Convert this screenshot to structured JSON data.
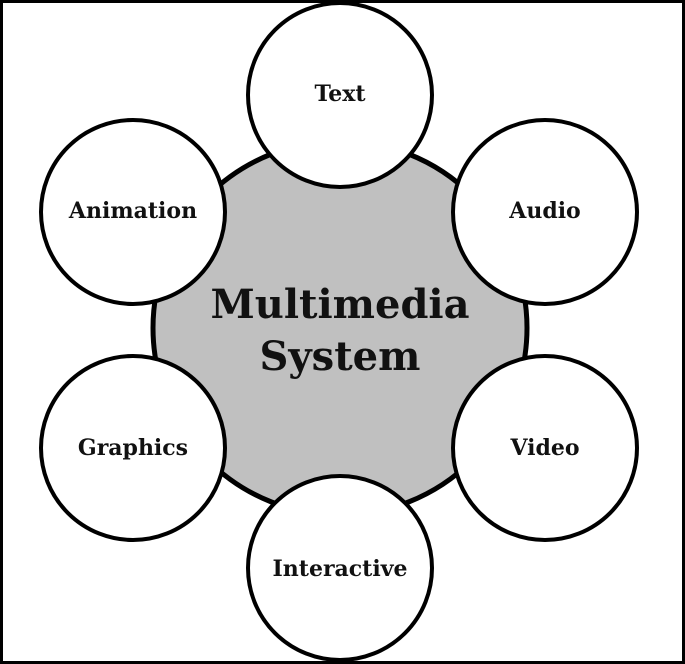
{
  "diagram": {
    "center": {
      "line1": "Multimedia",
      "line2": "System"
    },
    "nodes": [
      {
        "id": "text",
        "label": "Text"
      },
      {
        "id": "audio",
        "label": "Audio"
      },
      {
        "id": "video",
        "label": "Video"
      },
      {
        "id": "interactive",
        "label": "Interactive"
      },
      {
        "id": "graphics",
        "label": "Graphics"
      },
      {
        "id": "animation",
        "label": "Animation"
      }
    ],
    "colors": {
      "center_fill": "#c0c0c0",
      "node_fill": "#ffffff",
      "stroke": "#000000",
      "border": "#000000"
    }
  }
}
